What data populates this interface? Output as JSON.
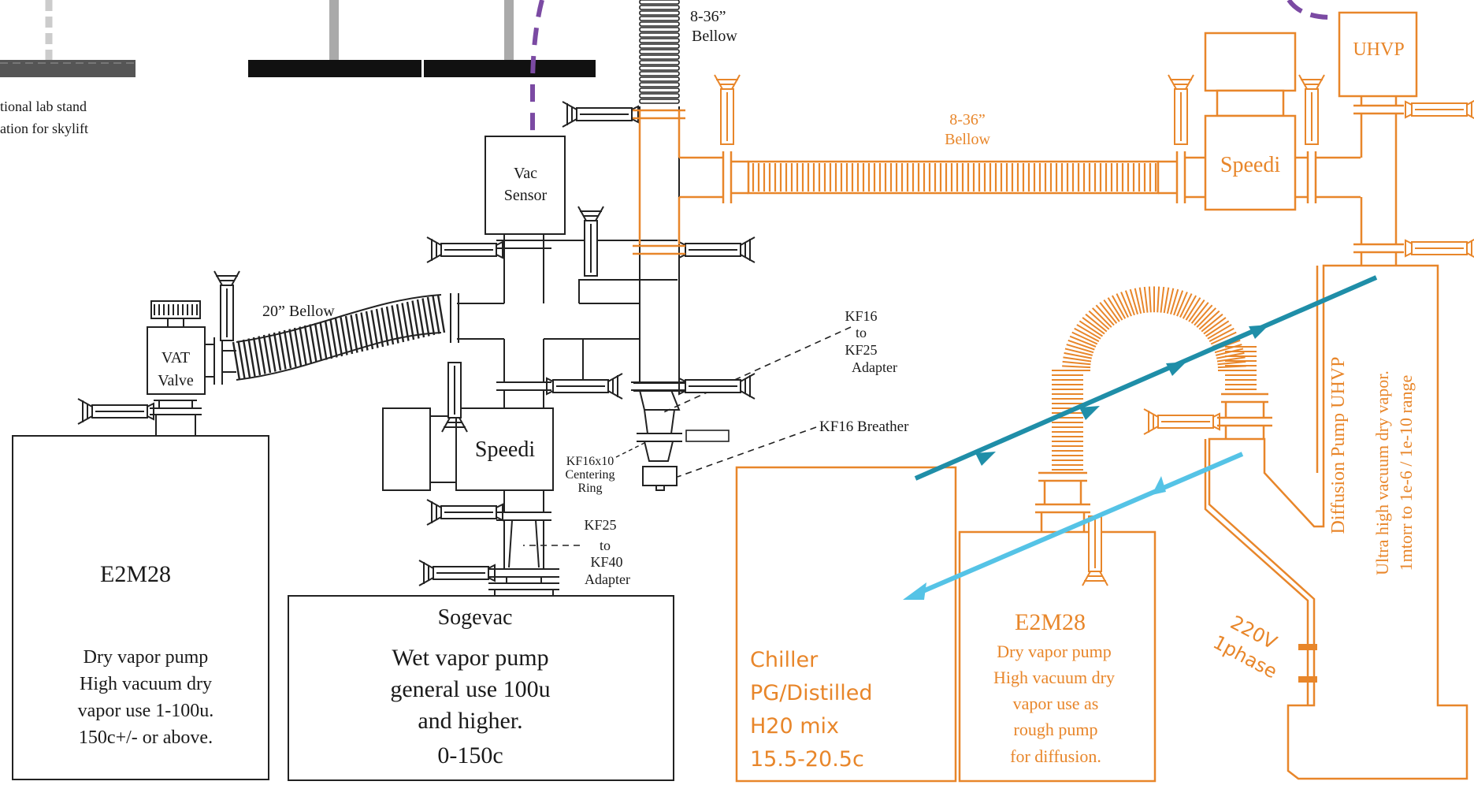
{
  "colors": {
    "line_black": "#222222",
    "line_orange": "#e8862a",
    "bar_gray": "#555555",
    "bar_black": "#111111",
    "dash_purple": "#7b4aa3",
    "arrow_teal": "#1f8ea8",
    "arrow_light_blue": "#55c3e6"
  },
  "top_left": {
    "stand_caption_1": "tional lab stand",
    "stand_caption_2": "ation for skylift"
  },
  "black_system": {
    "bellow_top_1": "8-36”",
    "bellow_top_2": "Bellow",
    "vac_sensor_1": "Vac",
    "vac_sensor_2": "Sensor",
    "bellow_20": "20” Bellow",
    "vat_valve_1": "VAT",
    "vat_valve_2": "Valve",
    "speedi": "Speedi",
    "kf16_kf25_1": "KF16",
    "kf16_kf25_2": "to",
    "kf16_kf25_3": "KF25",
    "kf16_kf25_4": "Adapter",
    "kf16_breather": "KF16 Breather",
    "centering_1": "KF16x10",
    "centering_2": "Centering",
    "centering_3": "Ring",
    "kf25_kf40_1": "KF25",
    "kf25_kf40_2": "to",
    "kf25_kf40_3": "KF40",
    "kf25_kf40_4": "Adapter"
  },
  "e2m28_left": {
    "title": "E2M28",
    "line1": "Dry vapor pump",
    "line2": "High vacuum dry",
    "line3": "vapor use 1-100u.",
    "line4": "150c+/- or above."
  },
  "sogevac": {
    "title": "Sogevac",
    "line1": "Wet vapor pump",
    "line2": "general use 100u",
    "line3": "and higher.",
    "line4": "0-150c"
  },
  "orange_system": {
    "bellow_1": "8-36”",
    "bellow_2": "Bellow",
    "uhvp": "UHVP",
    "speedi": "Speedi",
    "diffusion_pump": "Diffusion Pump UHVP",
    "ultra_line1": "Ultra high vacuum dry vapor.",
    "ultra_line2": "1mtorr to 1e-6 / 1e-10 range",
    "power_1": "220V",
    "power_2": "1phase"
  },
  "chiller": {
    "line1": "Chiller",
    "line2": "PG/Distilled",
    "line3": "H20 mix",
    "line4": "15.5-20.5c"
  },
  "e2m28_right": {
    "title": "E2M28",
    "line1": "Dry vapor pump",
    "line2": "High vacuum dry",
    "line3": "vapor use as",
    "line4": "rough pump",
    "line5": "for diffusion."
  }
}
